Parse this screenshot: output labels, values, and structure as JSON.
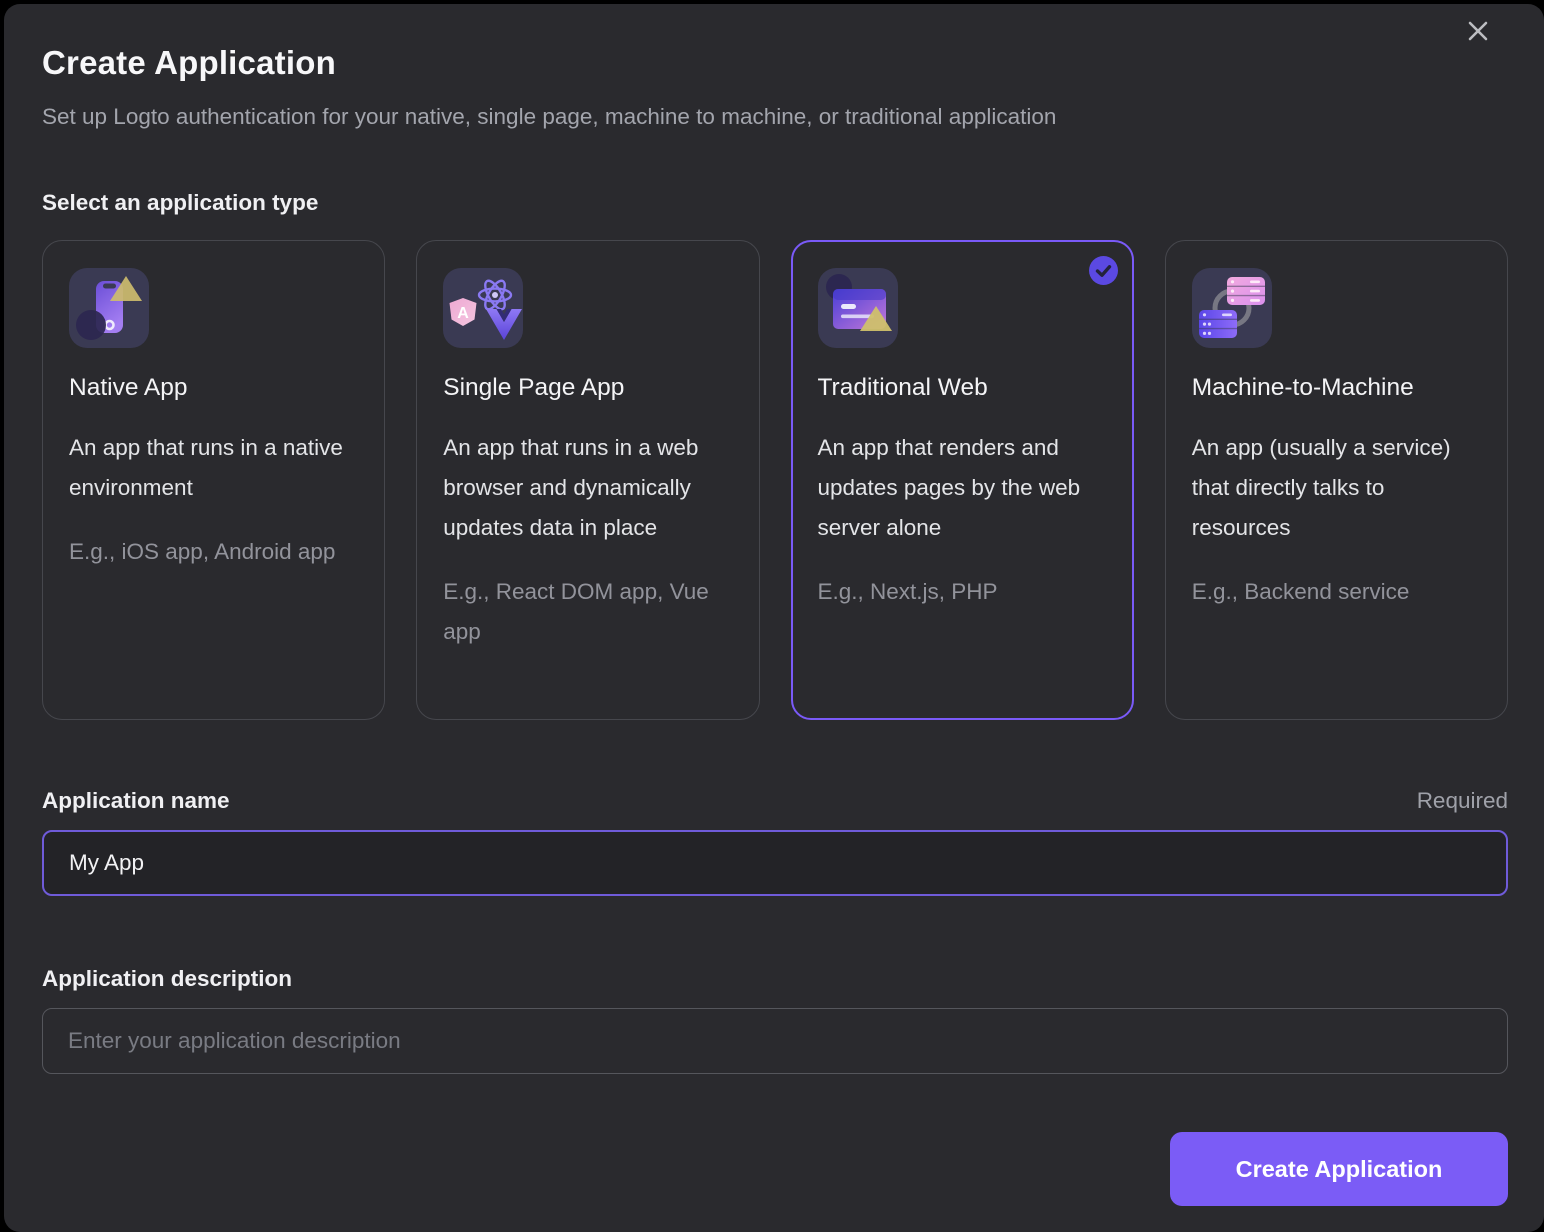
{
  "modal": {
    "title": "Create Application",
    "subtitle": "Set up Logto authentication for your native, single page, machine to machine, or traditional application",
    "section_label": "Select an application type"
  },
  "app_types": [
    {
      "label": "Native App",
      "description": "An app that runs in a native environment",
      "example": "E.g., iOS app, Android app",
      "icon": "native-app-icon",
      "selected": false
    },
    {
      "label": "Single Page App",
      "description": "An app that runs in a web browser and dynamically updates data in place",
      "example": "E.g., React DOM app, Vue app",
      "icon": "single-page-app-icon",
      "selected": false
    },
    {
      "label": "Traditional Web",
      "description": "An app that renders and updates pages by the web server alone",
      "example": "E.g., Next.js, PHP",
      "icon": "traditional-web-icon",
      "selected": true
    },
    {
      "label": "Machine-to-Machine",
      "description": "An app (usually a service) that directly talks to resources",
      "example": "E.g., Backend service",
      "icon": "machine-to-machine-icon",
      "selected": false
    }
  ],
  "form": {
    "name_label": "Application name",
    "name_required_badge": "Required",
    "name_value": "My App",
    "description_label": "Application description",
    "description_placeholder": "Enter your application description"
  },
  "footer": {
    "create_button_label": "Create Application"
  },
  "colors": {
    "accent": "#7b5cf6",
    "selected_border": "#7a5af8",
    "background": "#2a2a2e",
    "card_border": "#46474d",
    "muted_text": "#92939b"
  }
}
